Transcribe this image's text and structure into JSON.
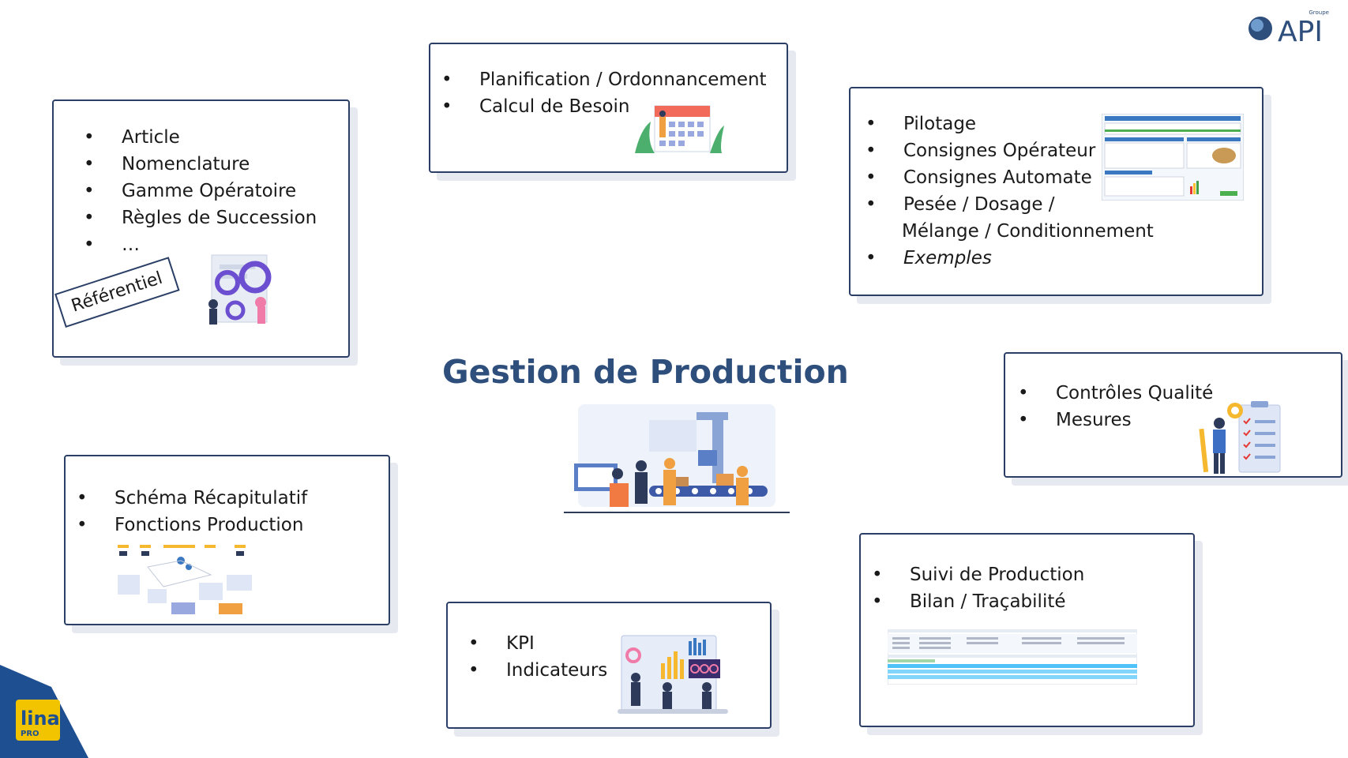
{
  "title": "Gestion de Production",
  "cards": {
    "referentiel": {
      "items": [
        "Article",
        "Nomenclature",
        "Gamme Opératoire",
        "Règles de Succession",
        "…"
      ],
      "stamp": "Référentiel"
    },
    "planification": {
      "items": [
        "Planification / Ordonnancement",
        "Calcul de Besoin"
      ]
    },
    "pilotage": {
      "items": [
        "Pilotage",
        "Consignes Opérateur",
        "Consignes Automate",
        "Pesée / Dosage /"
      ],
      "continuation": "Mélange / Conditionnement",
      "last_item": "Exemples"
    },
    "qualite": {
      "items": [
        "Contrôles Qualité",
        "Mesures"
      ]
    },
    "schema": {
      "items": [
        "Schéma Récapitulatif",
        "Fonctions Production"
      ]
    },
    "kpi": {
      "items": [
        "KPI",
        "Indicateurs"
      ]
    },
    "suivi": {
      "items": [
        "Suivi de Production",
        "Bilan / Traçabilité"
      ]
    }
  },
  "logos": {
    "api_small": "Groupe",
    "api": "API",
    "lina": "lina",
    "lina_sub": "PRO"
  },
  "colors": {
    "title": "#2e4e7c",
    "border": "#2b3f66",
    "api_logo": "#2e4e7c",
    "lina_yellow": "#f2c400",
    "lina_blue": "#1d4f91"
  }
}
